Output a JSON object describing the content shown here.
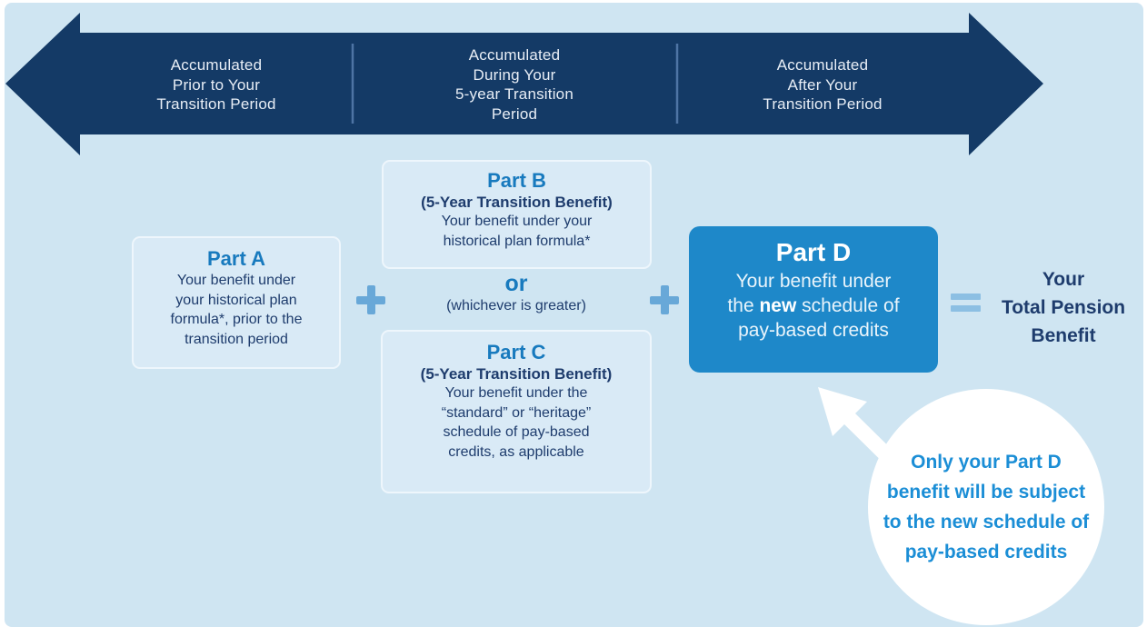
{
  "timeline": {
    "sections": [
      {
        "label": "Accumulated\nPrior to Your\nTransition Period"
      },
      {
        "label": "Accumulated\nDuring Your\n5-year Transition\nPeriod"
      },
      {
        "label": "Accumulated\nAfter Your\nTransition Period"
      }
    ]
  },
  "parts": {
    "a": {
      "title": "Part A",
      "body": "Your benefit under\nyour historical plan\nformula*, prior to the\ntransition period"
    },
    "b": {
      "title": "Part B",
      "subtitle": "(5-Year Transition Benefit)",
      "body": "Your benefit under your\nhistorical plan formula*"
    },
    "c": {
      "title": "Part C",
      "subtitle": "(5-Year Transition Benefit)",
      "body": "Your benefit under the\n“standard” or “heritage”\nschedule of pay-based\ncredits, as applicable"
    },
    "d": {
      "title": "Part D",
      "body_line1": "Your benefit under",
      "body_line2_prefix": "the ",
      "body_line2_bold": "new",
      "body_line2_suffix": " schedule of",
      "body_line3": "pay-based credits"
    }
  },
  "operators": {
    "or_label": "or",
    "or_note": "(whichever is greater)",
    "plus": "+",
    "equals": "="
  },
  "result": {
    "label": "Your\nTotal Pension\nBenefit"
  },
  "callout": {
    "text": "Only your Part D\nbenefit will be subject\nto the new schedule of\npay-based credits"
  },
  "colors": {
    "panel_bg": "#cfe5f2",
    "timeline_navy": "#143a66",
    "accent_blue": "#187abe",
    "body_navy": "#1e3c6d",
    "part_d_bg": "#1e88c9",
    "plus_blue": "#68a8d8",
    "equals_blue": "#8cbfe3",
    "callout_text_blue": "#1b8ed6",
    "box_bg": "#d9eaf6"
  }
}
